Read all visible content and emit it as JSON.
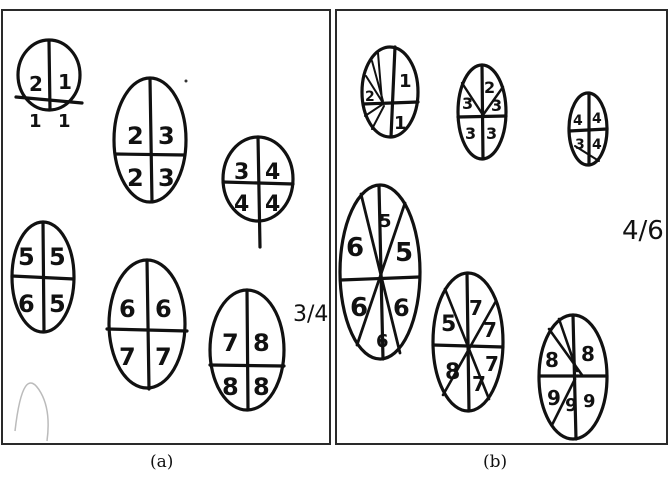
{
  "panel_a": {
    "caption": "(a)",
    "annotation": "3/4",
    "circles": [
      {
        "labels": [
          "2",
          "1",
          "1",
          "1"
        ]
      },
      {
        "labels": [
          "2",
          "3",
          "2",
          "3"
        ]
      },
      {
        "labels": [
          "3",
          "4",
          "4",
          "4"
        ]
      },
      {
        "labels": [
          "5",
          "5",
          "6",
          "5"
        ]
      },
      {
        "labels": [
          "6",
          "6",
          "7",
          "7"
        ]
      },
      {
        "labels": [
          "7",
          "8",
          "8",
          "8"
        ]
      }
    ]
  },
  "panel_b": {
    "caption": "(b)",
    "annotation": "4/6",
    "circles": [
      {
        "labels": [
          "2",
          "1",
          "1"
        ]
      },
      {
        "labels": [
          "3",
          "2",
          "3",
          "3",
          "3"
        ]
      },
      {
        "labels": [
          "4",
          "4",
          "3",
          "4"
        ]
      },
      {
        "labels": [
          "6",
          "5",
          "5",
          "6",
          "6",
          "6"
        ]
      },
      {
        "labels": [
          "5",
          "7",
          "7",
          "8",
          "7",
          "7"
        ]
      },
      {
        "labels": [
          "8",
          "8",
          "9",
          "9",
          "9"
        ]
      }
    ]
  },
  "colors": {
    "ink": "#111111",
    "border": "#2a2a2a",
    "background": "#ffffff"
  }
}
